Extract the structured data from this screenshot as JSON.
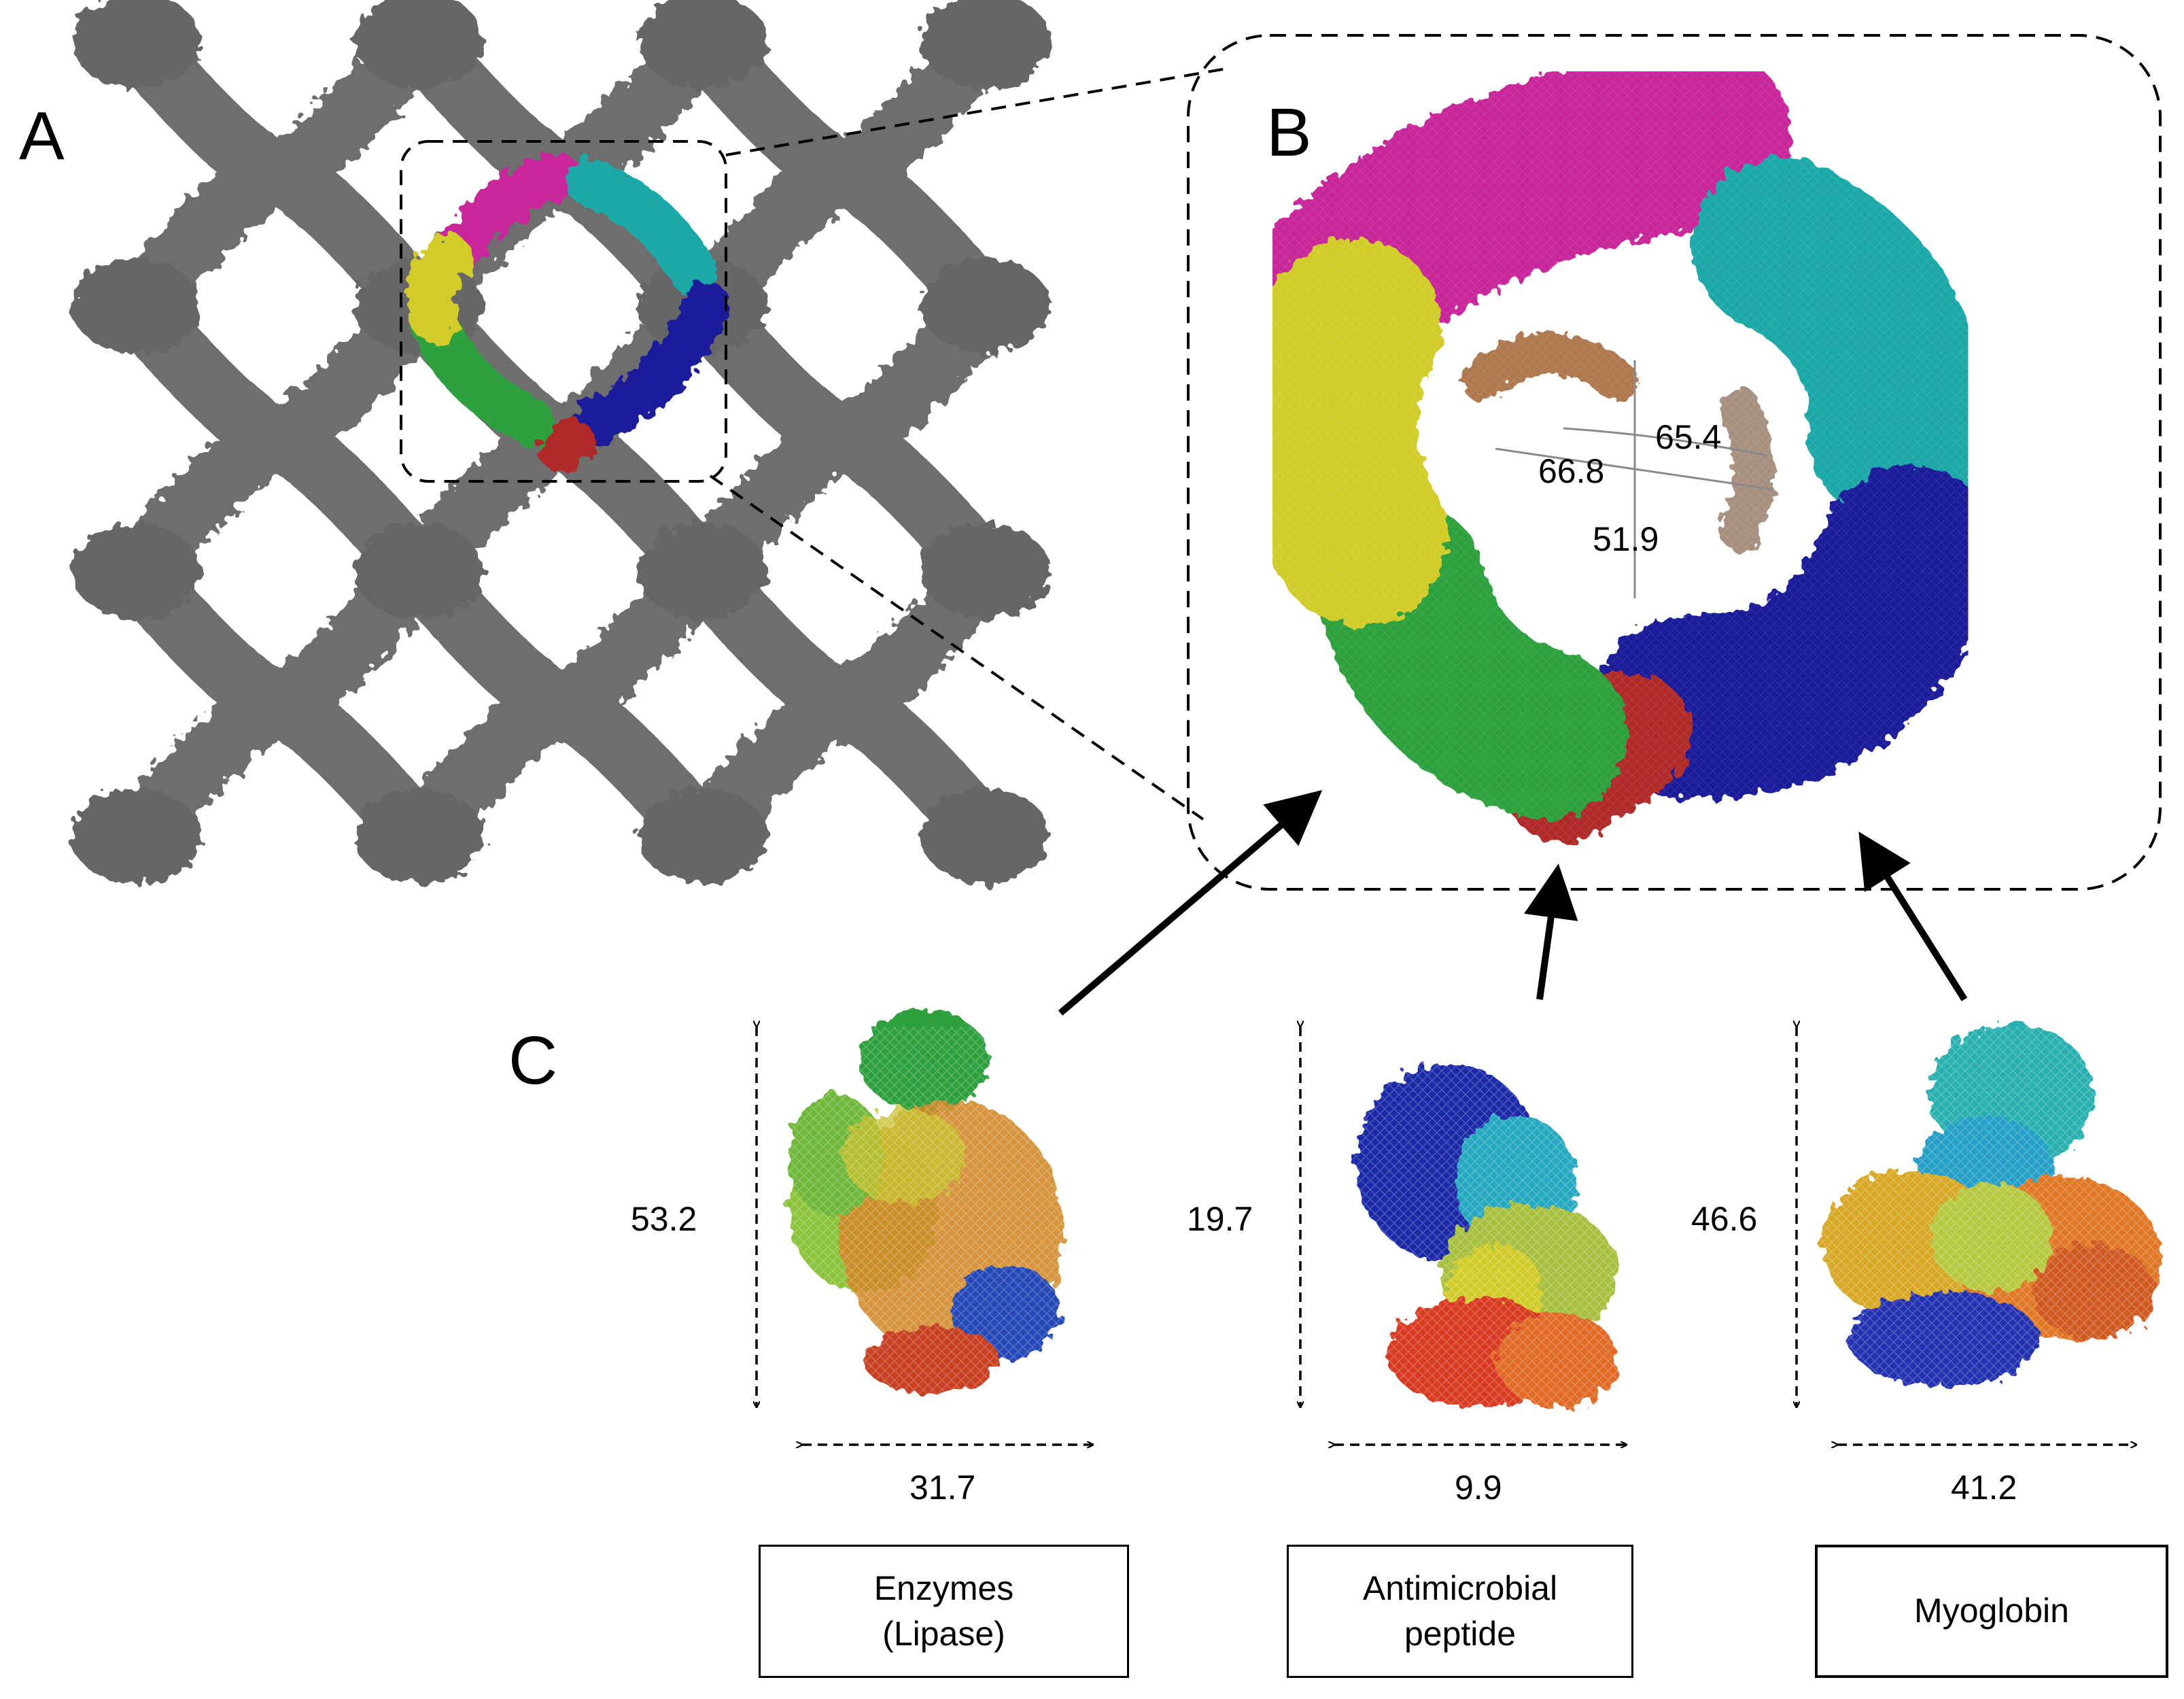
{
  "panels": {
    "a": "A",
    "b": "B",
    "c": "C"
  },
  "pore_distances": {
    "d1": "65.4",
    "d2": "66.8",
    "d3": "51.9"
  },
  "proteins": [
    {
      "height": "53.2",
      "width": "31.7",
      "label": "Enzymes\n(Lipase)"
    },
    {
      "height": "19.7",
      "width": "9.9",
      "label": "Antimicrobial\npeptide"
    },
    {
      "height": "46.6",
      "width": "41.2",
      "label": "Myoglobin"
    }
  ],
  "colors": {
    "framework": "#6e6e6e",
    "magenta": "#c8289a",
    "cyan": "#1fa8a8",
    "yellow": "#d2cc2a",
    "green": "#2da03c",
    "orange": "#b07850",
    "blue": "#1c1c9a",
    "red": "#b02a2a"
  }
}
